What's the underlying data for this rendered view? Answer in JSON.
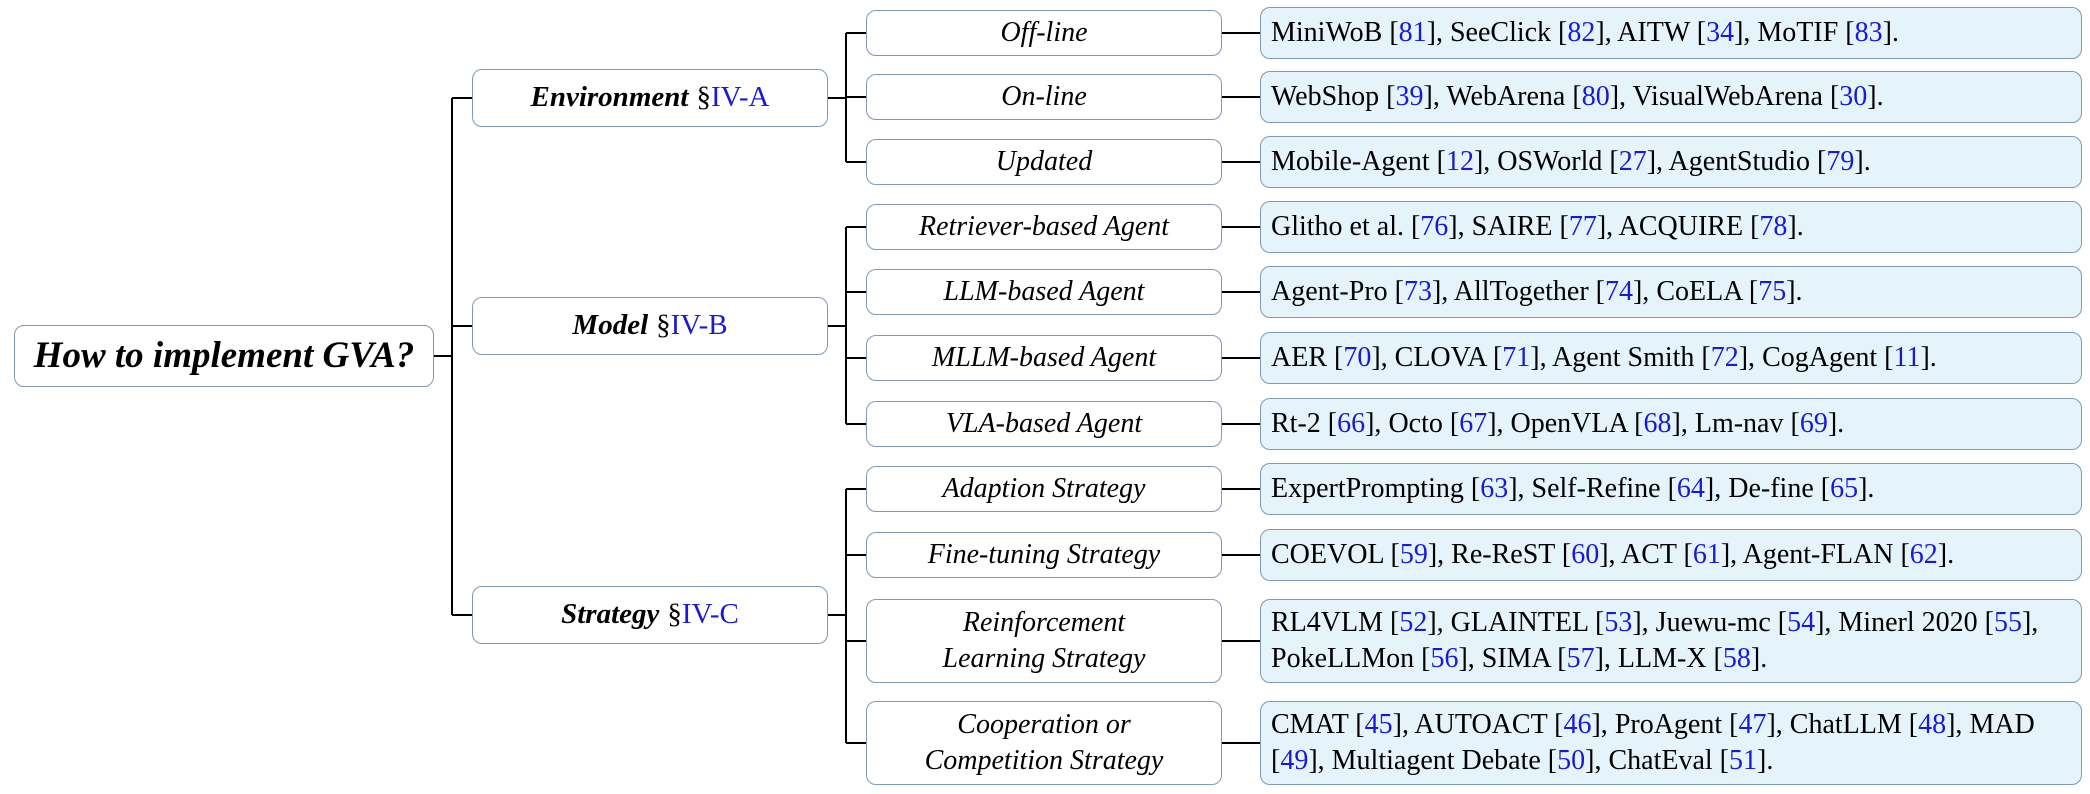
{
  "root": {
    "label": "How to implement GVA?"
  },
  "categories": [
    {
      "id": "environment",
      "label": "Environment",
      "section_symbol": "§",
      "section_ref": "IV-A",
      "subs": [
        {
          "label": "Off-line",
          "items": [
            {
              "name": "MiniWoB",
              "ref": "81"
            },
            {
              "name": "SeeClick",
              "ref": "82"
            },
            {
              "name": "AITW",
              "ref": "34"
            },
            {
              "name": "MoTIF",
              "ref": "83"
            }
          ]
        },
        {
          "label": "On-line",
          "items": [
            {
              "name": "WebShop",
              "ref": "39"
            },
            {
              "name": "WebArena",
              "ref": "80"
            },
            {
              "name": "VisualWebArena",
              "ref": "30"
            }
          ]
        },
        {
          "label": "Updated",
          "items": [
            {
              "name": "Mobile-Agent",
              "ref": "12"
            },
            {
              "name": "OSWorld",
              "ref": "27"
            },
            {
              "name": "AgentStudio",
              "ref": "79"
            }
          ]
        }
      ]
    },
    {
      "id": "model",
      "label": "Model",
      "section_symbol": "§",
      "section_ref": "IV-B",
      "subs": [
        {
          "label": "Retriever-based Agent",
          "items": [
            {
              "name": "Glitho et al.",
              "ref": "76"
            },
            {
              "name": "SAIRE",
              "ref": "77"
            },
            {
              "name": "ACQUIRE",
              "ref": "78"
            }
          ]
        },
        {
          "label": "LLM-based Agent",
          "items": [
            {
              "name": "Agent-Pro",
              "ref": "73"
            },
            {
              "name": "AllTogether",
              "ref": "74"
            },
            {
              "name": "CoELA",
              "ref": "75"
            }
          ]
        },
        {
          "label": "MLLM-based Agent",
          "items": [
            {
              "name": "AER",
              "ref": "70"
            },
            {
              "name": "CLOVA",
              "ref": "71"
            },
            {
              "name": "Agent Smith",
              "ref": "72"
            },
            {
              "name": "CogAgent",
              "ref": "11"
            }
          ]
        },
        {
          "label": "VLA-based Agent",
          "items": [
            {
              "name": "Rt-2",
              "ref": "66"
            },
            {
              "name": "Octo",
              "ref": "67"
            },
            {
              "name": "OpenVLA",
              "ref": "68"
            },
            {
              "name": "Lm-nav",
              "ref": "69"
            }
          ]
        }
      ]
    },
    {
      "id": "strategy",
      "label": "Strategy",
      "section_symbol": "§",
      "section_ref": "IV-C",
      "subs": [
        {
          "label": "Adaption Strategy",
          "items": [
            {
              "name": "ExpertPrompting",
              "ref": "63"
            },
            {
              "name": "Self-Refine",
              "ref": "64"
            },
            {
              "name": "De-fine",
              "ref": "65"
            }
          ]
        },
        {
          "label": "Fine-tuning Strategy",
          "items": [
            {
              "name": "COEVOL",
              "ref": "59"
            },
            {
              "name": "Re-ReST",
              "ref": "60"
            },
            {
              "name": "ACT",
              "ref": "61"
            },
            {
              "name": "Agent-FLAN",
              "ref": "62"
            }
          ]
        },
        {
          "label": "Reinforcement Learning Strategy",
          "items": [
            {
              "name": "RL4VLM",
              "ref": "52"
            },
            {
              "name": "GLAINTEL",
              "ref": "53"
            },
            {
              "name": "Juewu-mc",
              "ref": "54"
            },
            {
              "name": "Minerl 2020",
              "ref": "55"
            },
            {
              "name": "PokeLLMon",
              "ref": "56"
            },
            {
              "name": "SIMA",
              "ref": "57"
            },
            {
              "name": "LLM-X",
              "ref": "58"
            }
          ]
        },
        {
          "label": "Cooperation or Competition Strategy",
          "items": [
            {
              "name": "CMAT",
              "ref": "45"
            },
            {
              "name": "AUTOACT",
              "ref": "46"
            },
            {
              "name": "ProAgent",
              "ref": "47"
            },
            {
              "name": "ChatLLM",
              "ref": "48"
            },
            {
              "name": "MAD",
              "ref": "49"
            },
            {
              "name": "Multiagent Debate",
              "ref": "50"
            },
            {
              "name": "ChatEval",
              "ref": "51"
            }
          ]
        }
      ]
    }
  ],
  "colors": {
    "box_border": "#7f9ab5",
    "leaf_fill": "#e5f3fa",
    "reference_blue": "#1a1ad6",
    "connector": "#000000"
  }
}
